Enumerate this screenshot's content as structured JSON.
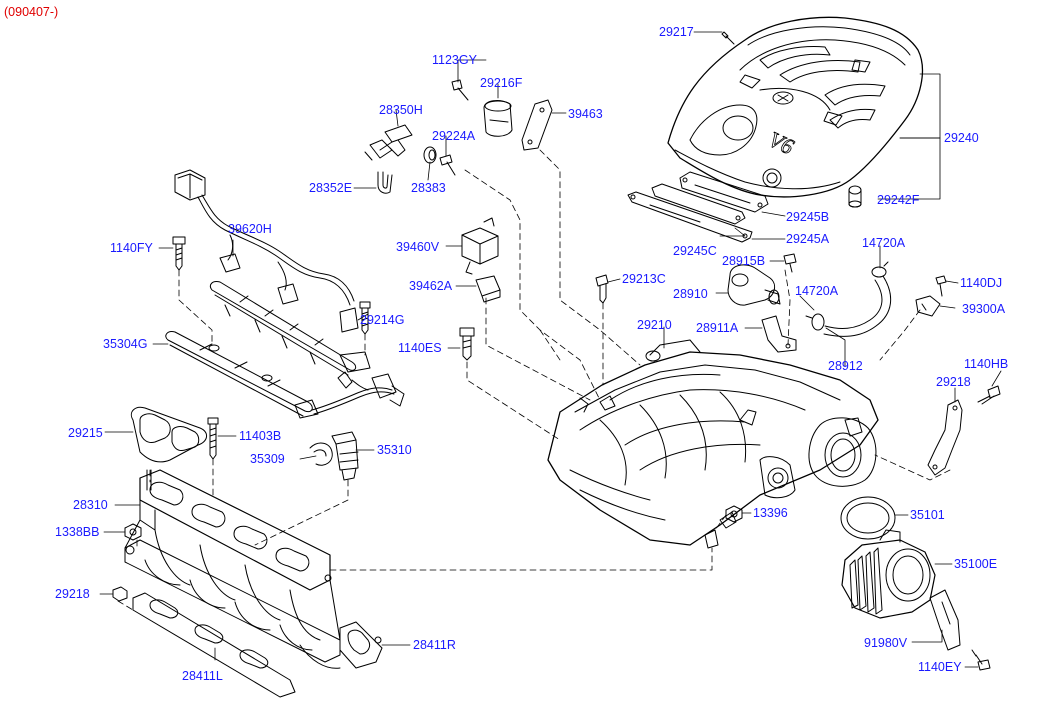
{
  "revision": "(090407-)",
  "colors": {
    "label": "#1a1aff",
    "revision": "#e00000",
    "line": "#000000"
  },
  "labels": [
    {
      "id": "p29217",
      "text": "29217"
    },
    {
      "id": "p1123GY",
      "text": "1123GY"
    },
    {
      "id": "p29216F",
      "text": "29216F"
    },
    {
      "id": "p28350H",
      "text": "28350H"
    },
    {
      "id": "p39463",
      "text": "39463"
    },
    {
      "id": "p29224A",
      "text": "29224A"
    },
    {
      "id": "p29240",
      "text": "29240"
    },
    {
      "id": "p28352E",
      "text": "28352E"
    },
    {
      "id": "p28383",
      "text": "28383"
    },
    {
      "id": "p29242F",
      "text": "29242F"
    },
    {
      "id": "p29245B",
      "text": "29245B"
    },
    {
      "id": "p39620H",
      "text": "39620H"
    },
    {
      "id": "p29245C",
      "text": "29245C"
    },
    {
      "id": "p29245A",
      "text": "29245A"
    },
    {
      "id": "p1140FY",
      "text": "1140FY"
    },
    {
      "id": "p39460V",
      "text": "39460V"
    },
    {
      "id": "p14720A_1",
      "text": "14720A"
    },
    {
      "id": "p28915B",
      "text": "28915B"
    },
    {
      "id": "p29213C",
      "text": "29213C"
    },
    {
      "id": "p39462A",
      "text": "39462A"
    },
    {
      "id": "p28910",
      "text": "28910"
    },
    {
      "id": "p14720A_2",
      "text": "14720A"
    },
    {
      "id": "p1140DJ",
      "text": "1140DJ"
    },
    {
      "id": "p29214G",
      "text": "29214G"
    },
    {
      "id": "p39300A",
      "text": "39300A"
    },
    {
      "id": "p29210",
      "text": "29210"
    },
    {
      "id": "p28911A",
      "text": "28911A"
    },
    {
      "id": "p35304G",
      "text": "35304G"
    },
    {
      "id": "p1140ES",
      "text": "1140ES"
    },
    {
      "id": "p28912",
      "text": "28912"
    },
    {
      "id": "p1140HB",
      "text": "1140HB"
    },
    {
      "id": "p29218_1",
      "text": "29218"
    },
    {
      "id": "p29215",
      "text": "29215"
    },
    {
      "id": "p11403B",
      "text": "11403B"
    },
    {
      "id": "p35310",
      "text": "35310"
    },
    {
      "id": "p35309",
      "text": "35309"
    },
    {
      "id": "p28310",
      "text": "28310"
    },
    {
      "id": "p13396",
      "text": "13396"
    },
    {
      "id": "p35101",
      "text": "35101"
    },
    {
      "id": "p1338BB",
      "text": "1338BB"
    },
    {
      "id": "p35100E",
      "text": "35100E"
    },
    {
      "id": "p29218_2",
      "text": "29218"
    },
    {
      "id": "p28411R",
      "text": "28411R"
    },
    {
      "id": "p91980V",
      "text": "91980V"
    },
    {
      "id": "p28411L",
      "text": "28411L"
    },
    {
      "id": "p1140EY",
      "text": "1140EY"
    }
  ]
}
